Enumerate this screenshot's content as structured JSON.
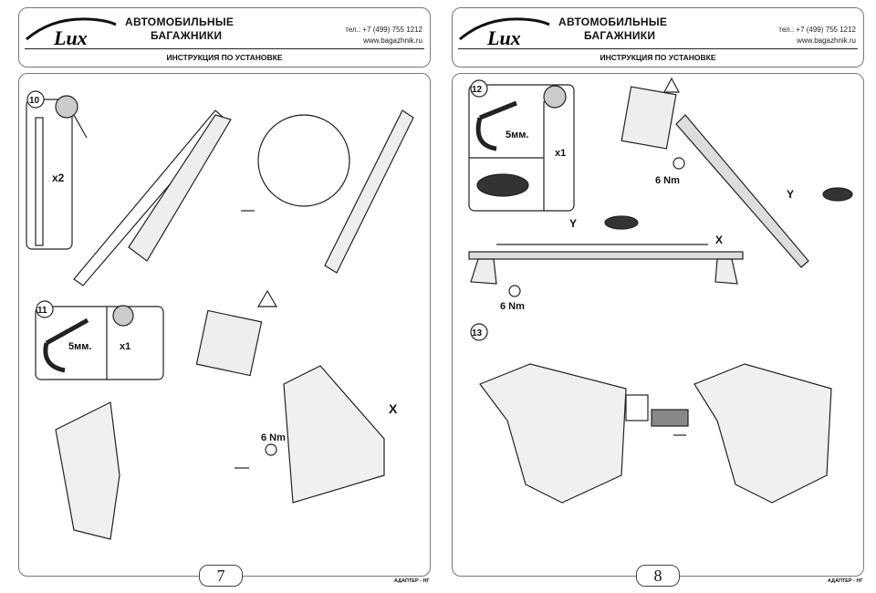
{
  "header": {
    "logo_text": "Lux",
    "brand_line1": "АВТОМОБИЛЬНЫЕ",
    "brand_line2": "БАГАЖНИКИ",
    "phone": "тел.: +7 (499) 755 1212",
    "website": "www.bagazhnik.ru",
    "title": "ИНСТРУКЦИЯ ПО УСТАНОВКЕ"
  },
  "pages": [
    {
      "number": "7",
      "footer": "АДАПТЕР - НГ",
      "steps": [
        {
          "number": "10",
          "quantity": "x2"
        },
        {
          "number": "11",
          "tool": "5мм.",
          "quantity": "x1",
          "torque": "6 Nm",
          "dimension": "X"
        }
      ]
    },
    {
      "number": "8",
      "footer": "АДАПТЕР - НГ",
      "steps": [
        {
          "number": "12",
          "tool": "5мм.",
          "quantity": "x1",
          "torque": "6 Nm",
          "dimension_y": "Y",
          "dimension_x": "X",
          "torque2": "6 Nm"
        },
        {
          "number": "13"
        }
      ]
    }
  ]
}
